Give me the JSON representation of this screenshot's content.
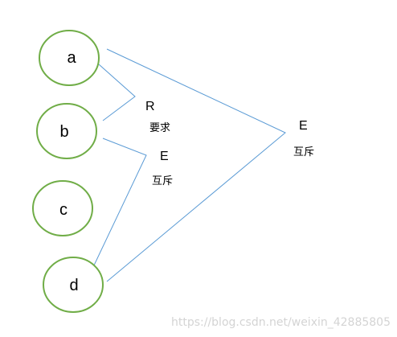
{
  "colors": {
    "node_stroke": "#70AD47",
    "line_stroke": "#5B9BD5",
    "text": "#000000",
    "watermark": "#d4d4d4"
  },
  "nodes": {
    "a": "a",
    "b": "b",
    "c": "c",
    "d": "d"
  },
  "relations": {
    "ab": {
      "letter": "R",
      "desc": "要求"
    },
    "bd": {
      "letter": "E",
      "desc": "互斥"
    },
    "ad": {
      "letter": "E",
      "desc": "互斥"
    }
  },
  "watermark": "https://blog.csdn.net/weixin_42885805"
}
